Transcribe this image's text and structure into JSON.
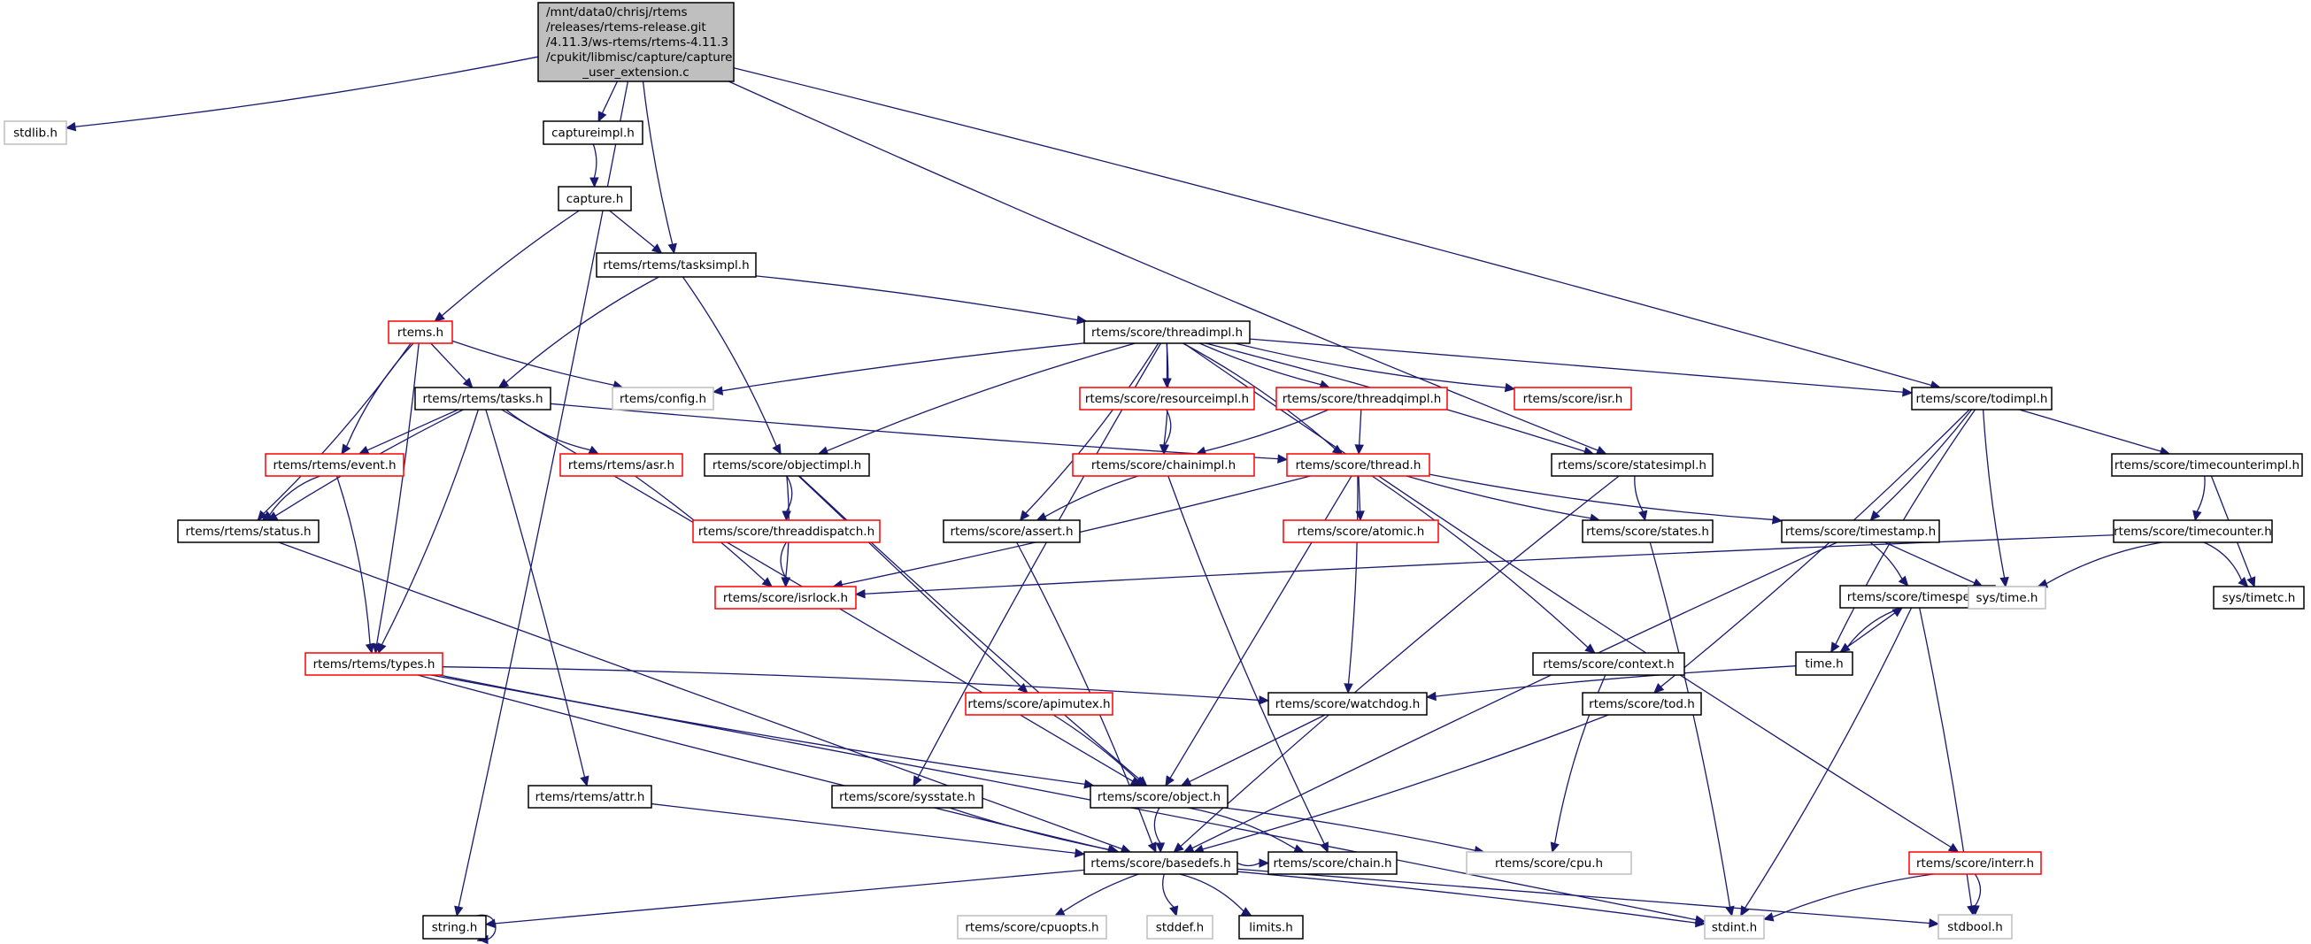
{
  "title": "Include dependency graph for capture_user_extension.c",
  "colors": {
    "edge": "#191970",
    "documented_border": "#000000",
    "undocumented_border": "#ff0000",
    "external_border": "#bfbfbf",
    "root_fill": "#bfbfbf"
  },
  "nodes": [
    {
      "id": "root",
      "style": "root",
      "lines": [
        "/mnt/data0/chrisj/rtems",
        "/releases/rtems-release.git",
        "/4.11.3/ws-rtems/rtems-4.11.3",
        "/cpukit/libmisc/capture/capture",
        "_user_extension.c"
      ]
    },
    {
      "id": "stdlib",
      "style": "gray",
      "lines": [
        "stdlib.h"
      ]
    },
    {
      "id": "captureimpl",
      "style": "black",
      "lines": [
        "captureimpl.h"
      ]
    },
    {
      "id": "capture",
      "style": "black",
      "lines": [
        "capture.h"
      ]
    },
    {
      "id": "tasksimpl",
      "style": "black",
      "lines": [
        "rtems/rtems/tasksimpl.h"
      ]
    },
    {
      "id": "rtems",
      "style": "red",
      "lines": [
        "rtems.h"
      ]
    },
    {
      "id": "threadimpl",
      "style": "black",
      "lines": [
        "rtems/score/threadimpl.h"
      ]
    },
    {
      "id": "tasks",
      "style": "black",
      "lines": [
        "rtems/rtems/tasks.h"
      ]
    },
    {
      "id": "config",
      "style": "gray",
      "lines": [
        "rtems/config.h"
      ]
    },
    {
      "id": "resourceimpl",
      "style": "red",
      "lines": [
        "rtems/score/resourceimpl.h"
      ]
    },
    {
      "id": "threadqimpl",
      "style": "red",
      "lines": [
        "rtems/score/threadqimpl.h"
      ]
    },
    {
      "id": "isr",
      "style": "red",
      "lines": [
        "rtems/score/isr.h"
      ]
    },
    {
      "id": "todimpl",
      "style": "black",
      "lines": [
        "rtems/score/todimpl.h"
      ]
    },
    {
      "id": "event",
      "style": "red",
      "lines": [
        "rtems/rtems/event.h"
      ]
    },
    {
      "id": "asr",
      "style": "red",
      "lines": [
        "rtems/rtems/asr.h"
      ]
    },
    {
      "id": "objectimpl",
      "style": "black",
      "lines": [
        "rtems/score/objectimpl.h"
      ]
    },
    {
      "id": "chainimpl",
      "style": "red",
      "lines": [
        "rtems/score/chainimpl.h"
      ]
    },
    {
      "id": "thread",
      "style": "red",
      "lines": [
        "rtems/score/thread.h"
      ]
    },
    {
      "id": "statesimpl",
      "style": "black",
      "lines": [
        "rtems/score/statesimpl.h"
      ]
    },
    {
      "id": "timecounterimpl",
      "style": "black",
      "lines": [
        "rtems/score/timecounterimpl.h"
      ]
    },
    {
      "id": "status",
      "style": "black",
      "lines": [
        "rtems/rtems/status.h"
      ]
    },
    {
      "id": "threaddispatch",
      "style": "red",
      "lines": [
        "rtems/score/threaddispatch.h"
      ]
    },
    {
      "id": "assert",
      "style": "black",
      "lines": [
        "rtems/score/assert.h"
      ]
    },
    {
      "id": "atomic",
      "style": "red",
      "lines": [
        "rtems/score/atomic.h"
      ]
    },
    {
      "id": "states",
      "style": "black",
      "lines": [
        "rtems/score/states.h"
      ]
    },
    {
      "id": "timestamp",
      "style": "black",
      "lines": [
        "rtems/score/timestamp.h"
      ]
    },
    {
      "id": "timecounter",
      "style": "black",
      "lines": [
        "rtems/score/timecounter.h"
      ]
    },
    {
      "id": "isrlock",
      "style": "red",
      "lines": [
        "rtems/score/isrlock.h"
      ]
    },
    {
      "id": "timespec",
      "style": "black",
      "lines": [
        "rtems/score/timespec.h"
      ]
    },
    {
      "id": "systime",
      "style": "gray",
      "lines": [
        "sys/time.h"
      ]
    },
    {
      "id": "systimetc",
      "style": "black",
      "lines": [
        "sys/timetc.h"
      ]
    },
    {
      "id": "types",
      "style": "red",
      "lines": [
        "rtems/rtems/types.h"
      ]
    },
    {
      "id": "context",
      "style": "black",
      "lines": [
        "rtems/score/context.h"
      ]
    },
    {
      "id": "time",
      "style": "black",
      "lines": [
        "time.h"
      ]
    },
    {
      "id": "apimutex",
      "style": "red",
      "lines": [
        "rtems/score/apimutex.h"
      ]
    },
    {
      "id": "watchdog",
      "style": "black",
      "lines": [
        "rtems/score/watchdog.h"
      ]
    },
    {
      "id": "tod",
      "style": "black",
      "lines": [
        "rtems/score/tod.h"
      ]
    },
    {
      "id": "attr",
      "style": "black",
      "lines": [
        "rtems/rtems/attr.h"
      ]
    },
    {
      "id": "sysstate",
      "style": "black",
      "lines": [
        "rtems/score/sysstate.h"
      ]
    },
    {
      "id": "object",
      "style": "black",
      "lines": [
        "rtems/score/object.h"
      ]
    },
    {
      "id": "basedefs",
      "style": "black",
      "lines": [
        "rtems/score/basedefs.h"
      ]
    },
    {
      "id": "chain",
      "style": "black",
      "lines": [
        "rtems/score/chain.h"
      ]
    },
    {
      "id": "cpu",
      "style": "gray",
      "lines": [
        "rtems/score/cpu.h"
      ]
    },
    {
      "id": "interr",
      "style": "red",
      "lines": [
        "rtems/score/interr.h"
      ]
    },
    {
      "id": "string",
      "style": "black",
      "lines": [
        "string.h"
      ]
    },
    {
      "id": "cpuopts",
      "style": "gray",
      "lines": [
        "rtems/score/cpuopts.h"
      ]
    },
    {
      "id": "stddef",
      "style": "gray",
      "lines": [
        "stddef.h"
      ]
    },
    {
      "id": "limits",
      "style": "black",
      "lines": [
        "limits.h"
      ]
    },
    {
      "id": "stdint",
      "style": "gray",
      "lines": [
        "stdint.h"
      ]
    },
    {
      "id": "stdbool",
      "style": "gray",
      "lines": [
        "stdbool.h"
      ]
    }
  ],
  "edges": [
    [
      "root",
      "stdlib"
    ],
    [
      "root",
      "string"
    ],
    [
      "root",
      "captureimpl"
    ],
    [
      "root",
      "tasksimpl"
    ],
    [
      "root",
      "statesimpl"
    ],
    [
      "root",
      "todimpl"
    ],
    [
      "captureimpl",
      "capture"
    ],
    [
      "capture",
      "tasksimpl"
    ],
    [
      "capture",
      "rtems"
    ],
    [
      "tasksimpl",
      "tasks"
    ],
    [
      "tasksimpl",
      "objectimpl"
    ],
    [
      "tasksimpl",
      "threadimpl"
    ],
    [
      "rtems",
      "tasks"
    ],
    [
      "rtems",
      "config"
    ],
    [
      "rtems",
      "event"
    ],
    [
      "rtems",
      "status"
    ],
    [
      "rtems",
      "types"
    ],
    [
      "tasks",
      "event"
    ],
    [
      "tasks",
      "status"
    ],
    [
      "tasks",
      "asr"
    ],
    [
      "tasks",
      "types"
    ],
    [
      "tasks",
      "attr"
    ],
    [
      "tasks",
      "object"
    ],
    [
      "tasks",
      "thread"
    ],
    [
      "event",
      "status"
    ],
    [
      "event",
      "types"
    ],
    [
      "asr",
      "isrlock"
    ],
    [
      "status",
      "basedefs"
    ],
    [
      "types",
      "basedefs"
    ],
    [
      "types",
      "object"
    ],
    [
      "types",
      "watchdog"
    ],
    [
      "types",
      "stdint"
    ],
    [
      "attr",
      "basedefs"
    ],
    [
      "threadimpl",
      "config"
    ],
    [
      "threadimpl",
      "objectimpl"
    ],
    [
      "threadimpl",
      "assert"
    ],
    [
      "threadimpl",
      "chainimpl"
    ],
    [
      "threadimpl",
      "resourceimpl"
    ],
    [
      "threadimpl",
      "threadqimpl"
    ],
    [
      "threadimpl",
      "isr"
    ],
    [
      "threadimpl",
      "thread"
    ],
    [
      "threadimpl",
      "statesimpl"
    ],
    [
      "threadimpl",
      "todimpl"
    ],
    [
      "threadimpl",
      "sysstate"
    ],
    [
      "threadimpl",
      "interr"
    ],
    [
      "resourceimpl",
      "chainimpl"
    ],
    [
      "threadqimpl",
      "chainimpl"
    ],
    [
      "threadqimpl",
      "thread"
    ],
    [
      "chainimpl",
      "assert"
    ],
    [
      "chainimpl",
      "chain"
    ],
    [
      "objectimpl",
      "threaddispatch"
    ],
    [
      "objectimpl",
      "isrlock"
    ],
    [
      "objectimpl",
      "apimutex"
    ],
    [
      "objectimpl",
      "object"
    ],
    [
      "threaddispatch",
      "isrlock"
    ],
    [
      "assert",
      "basedefs"
    ],
    [
      "thread",
      "isrlock"
    ],
    [
      "thread",
      "atomic"
    ],
    [
      "thread",
      "states"
    ],
    [
      "thread",
      "timestamp"
    ],
    [
      "thread",
      "context"
    ],
    [
      "thread",
      "watchdog"
    ],
    [
      "thread",
      "object"
    ],
    [
      "statesimpl",
      "states"
    ],
    [
      "statesimpl",
      "basedefs"
    ],
    [
      "states",
      "stdint"
    ],
    [
      "todimpl",
      "timestamp"
    ],
    [
      "todimpl",
      "timecounterimpl"
    ],
    [
      "todimpl",
      "systime"
    ],
    [
      "todimpl",
      "time"
    ],
    [
      "todimpl",
      "tod"
    ],
    [
      "timecounterimpl",
      "timecounter"
    ],
    [
      "timecounterimpl",
      "systimetc"
    ],
    [
      "timecounter",
      "isrlock"
    ],
    [
      "timecounter",
      "systime"
    ],
    [
      "timecounter",
      "systimetc"
    ],
    [
      "timestamp",
      "timespec"
    ],
    [
      "timestamp",
      "systime"
    ],
    [
      "timestamp",
      "basedefs"
    ],
    [
      "timespec",
      "time"
    ],
    [
      "timespec",
      "stdint"
    ],
    [
      "timespec",
      "stdbool"
    ],
    [
      "time",
      "timespec"
    ],
    [
      "time",
      "watchdog"
    ],
    [
      "context",
      "cpu"
    ],
    [
      "tod",
      "basedefs"
    ],
    [
      "apimutex",
      "object"
    ],
    [
      "watchdog",
      "object"
    ],
    [
      "sysstate",
      "basedefs"
    ],
    [
      "object",
      "basedefs"
    ],
    [
      "object",
      "chain"
    ],
    [
      "object",
      "cpu"
    ],
    [
      "basedefs",
      "string"
    ],
    [
      "basedefs",
      "cpuopts"
    ],
    [
      "basedefs",
      "stddef"
    ],
    [
      "basedefs",
      "limits"
    ],
    [
      "basedefs",
      "stdint"
    ],
    [
      "basedefs",
      "stdbool"
    ],
    [
      "basedefs",
      "chain"
    ],
    [
      "interr",
      "stdint"
    ],
    [
      "interr",
      "stdbool"
    ],
    [
      "string",
      "string"
    ]
  ]
}
